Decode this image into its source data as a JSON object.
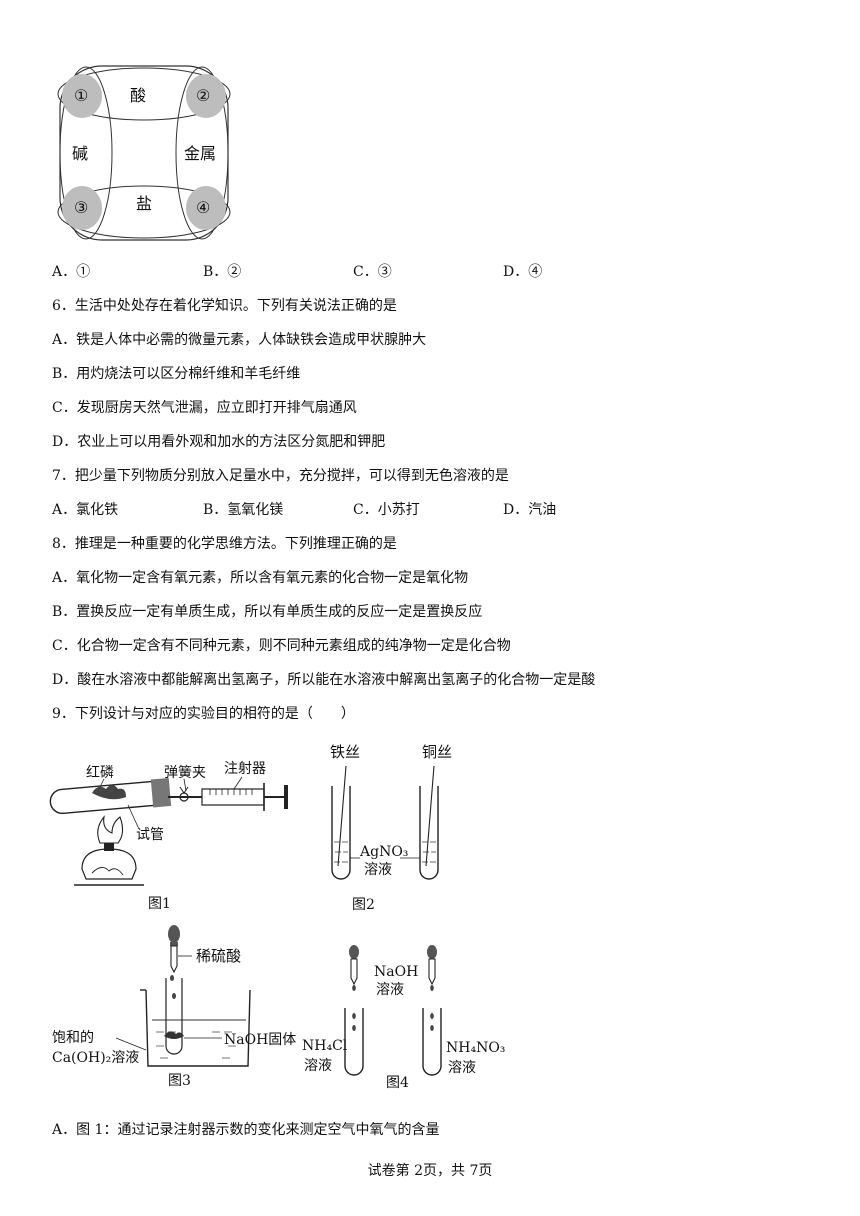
{
  "diagram5": {
    "top": "酸",
    "left": "碱",
    "right": "金属",
    "bottom": "盐",
    "n1": "①",
    "n2": "②",
    "n3": "③",
    "n4": "④"
  },
  "q5": {
    "options": [
      "A．①",
      "B．②",
      "C．③",
      "D．④"
    ]
  },
  "q6": {
    "stem": "6．生活中处处存在着化学知识。下列有关说法正确的是",
    "options": [
      "A．铁是人体中必需的微量元素，人体缺铁会造成甲状腺肿大",
      "B．用灼烧法可以区分棉纤维和羊毛纤维",
      "C．发现厨房天然气泄漏，应立即打开排气扇通风",
      "D．农业上可以用看外观和加水的方法区分氮肥和钾肥"
    ]
  },
  "q7": {
    "stem": "7．把少量下列物质分别放入足量水中，充分搅拌，可以得到无色溶液的是",
    "options": [
      "A．氯化铁",
      "B．氢氧化镁",
      "C．小苏打",
      "D．汽油"
    ]
  },
  "q8": {
    "stem": "8．推理是一种重要的化学思维方法。下列推理正确的是",
    "options": [
      "A．氧化物一定含有氧元素，所以含有氧元素的化合物一定是氧化物",
      "B．置换反应一定有单质生成，所以有单质生成的反应一定是置换反应",
      "C．化合物一定含有不同种元素，则不同种元素组成的纯净物一定是化合物",
      "D．酸在水溶液中都能解离出氢离子，所以能在水溶液中解离出氢离子的化合物一定是酸"
    ]
  },
  "q9": {
    "stem": "9．下列设计与对应的实验目的相符的是（　　）",
    "optionA": "A．图 1：通过记录注射器示数的变化来测定空气中氧气的含量"
  },
  "fig1": {
    "red_phosphorus": "红磷",
    "clamp": "弹簧夹",
    "syringe": "注射器",
    "tube": "试管",
    "caption": "图1"
  },
  "fig2": {
    "iron_wire": "铁丝",
    "copper_wire": "铜丝",
    "solution_formula": "AgNO₃",
    "solution": "溶液",
    "caption": "图2"
  },
  "fig3": {
    "acid": "稀硫酸",
    "sat1": "饱和的",
    "sat2": "Ca(OH)₂溶液",
    "solid": "NaOH固体",
    "caption": "图3"
  },
  "fig4": {
    "reagent1": "NaOH",
    "reagent2": "溶液",
    "left1": "NH₄Cl",
    "left2": "溶液",
    "right1": "NH₄NO₃",
    "right2": "溶液",
    "caption": "图4"
  },
  "footer": "试卷第 2页，共 7页"
}
